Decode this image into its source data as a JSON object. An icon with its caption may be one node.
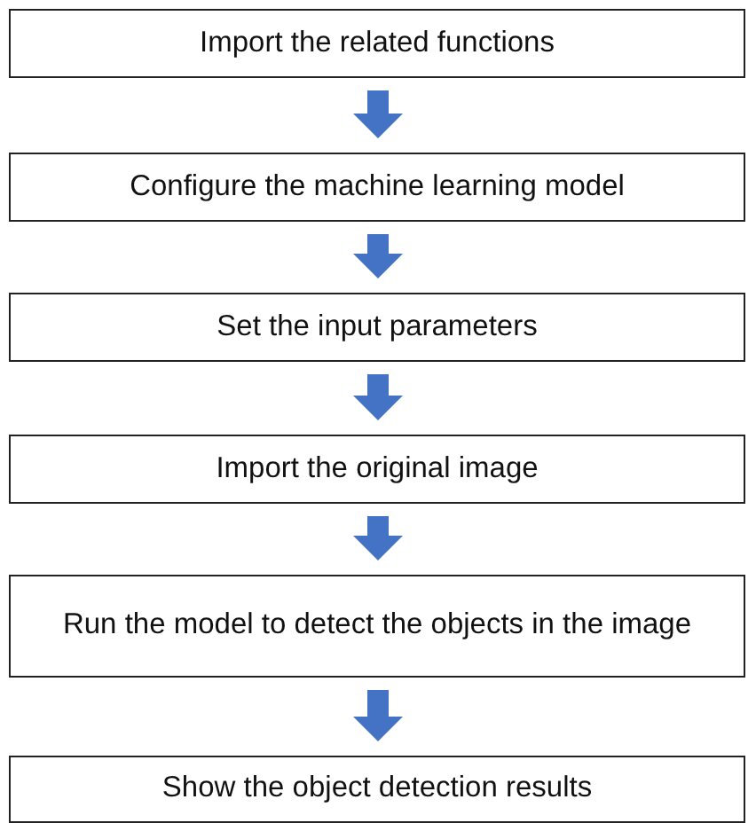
{
  "diagram": {
    "nodes": [
      {
        "text": [
          "Import the related functions"
        ]
      },
      {
        "text": [
          "Configure the machine learning model"
        ]
      },
      {
        "text": [
          "Set the input parameters"
        ]
      },
      {
        "text": [
          "Import the original image"
        ]
      },
      {
        "text": [
          "Run the model to detect the objects in the image"
        ]
      },
      {
        "text": [
          "Show the object detection results"
        ]
      }
    ],
    "edges": [
      {
        "from": 0,
        "to": 1,
        "arrow": "to"
      },
      {
        "from": 1,
        "to": 2,
        "arrow": "to"
      },
      {
        "from": 2,
        "to": 3,
        "arrow": "to"
      },
      {
        "from": 3,
        "to": 4,
        "arrow": "to"
      },
      {
        "from": 4,
        "to": 5,
        "arrow": "to"
      }
    ]
  }
}
